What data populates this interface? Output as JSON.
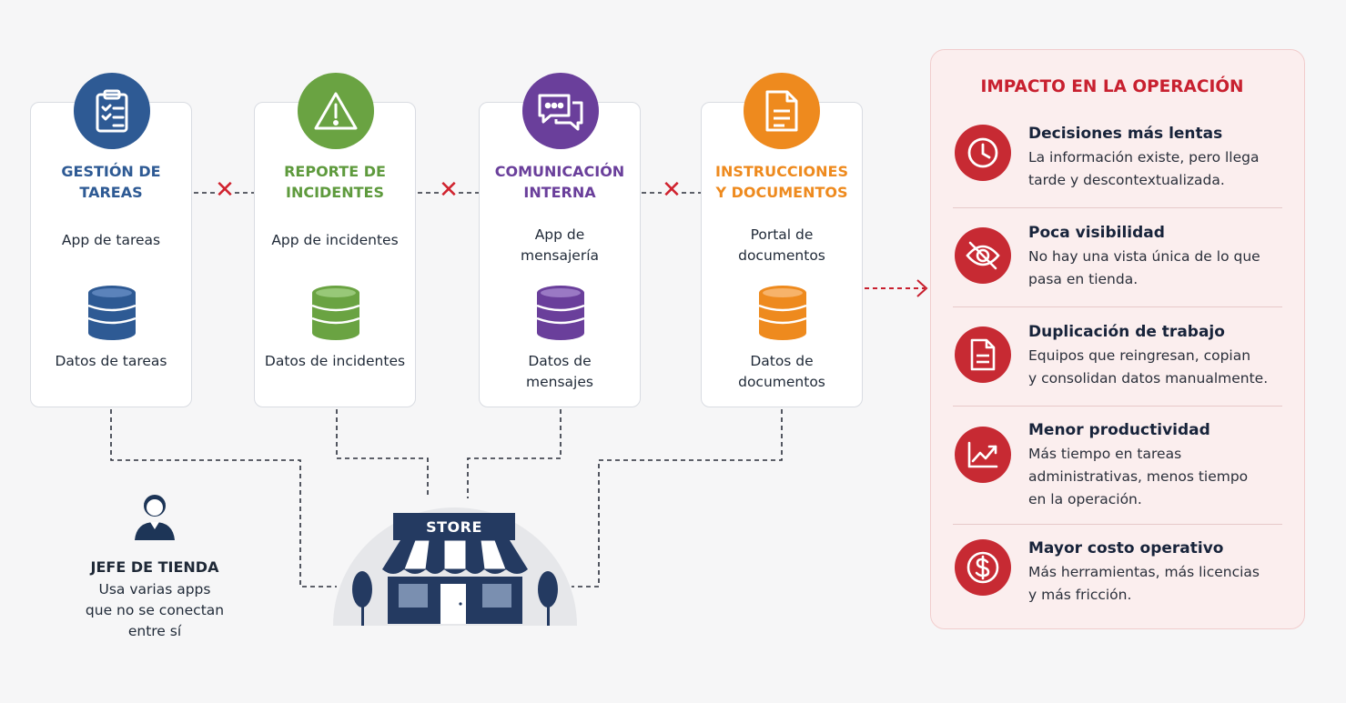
{
  "systems": [
    {
      "title": "GESTIÓN DE\nTAREAS",
      "app": "App de tareas",
      "data": "Datos de tareas",
      "color": "#2e5a94",
      "icon": "clipboard-icon"
    },
    {
      "title": "REPORTE DE\nINCIDENTES",
      "app": "App de incidentes",
      "data": "Datos de incidentes",
      "color": "#5e9a3d",
      "icon": "warning-icon"
    },
    {
      "title": "COMUNICACIÓN\nINTERNA",
      "app": "App de\nmensajería",
      "data": "Datos de\nmensajes",
      "color": "#6a3f9b",
      "icon": "chat-bubbles-icon"
    },
    {
      "title": "INSTRUCCIONES\nY DOCUMENTOS",
      "app": "Portal de\ndocumentos",
      "data": "Datos de\ndocumentos",
      "color": "#ee8a1e",
      "icon": "document-icon"
    }
  ],
  "manager": {
    "title": "JEFE DE TIENDA",
    "desc": "Usa varias apps\nque no se conectan\nentre sí"
  },
  "store": {
    "label": "STORE"
  },
  "impact": {
    "title": "IMPACTO EN LA OPERACIÓN",
    "accent": "#c8202f",
    "items": [
      {
        "title": "Decisiones más lentas",
        "desc": "La información existe, pero llega\ntarde y descontextualizada.",
        "icon": "clock-icon"
      },
      {
        "title": "Poca visibilidad",
        "desc": "No hay una vista única de lo que\npasa en tienda.",
        "icon": "eye-slash-icon"
      },
      {
        "title": "Duplicación de trabajo",
        "desc": "Equipos que reingresan, copian\ny consolidan datos manualmente.",
        "icon": "document-icon"
      },
      {
        "title": "Menor productividad",
        "desc": "Más tiempo en tareas\nadministrativas, menos tiempo\nen la operación.",
        "icon": "chart-trend-icon"
      },
      {
        "title": "Mayor costo operativo",
        "desc": "Más herramientas, más licencias\ny más fricción.",
        "icon": "dollar-icon"
      }
    ]
  }
}
